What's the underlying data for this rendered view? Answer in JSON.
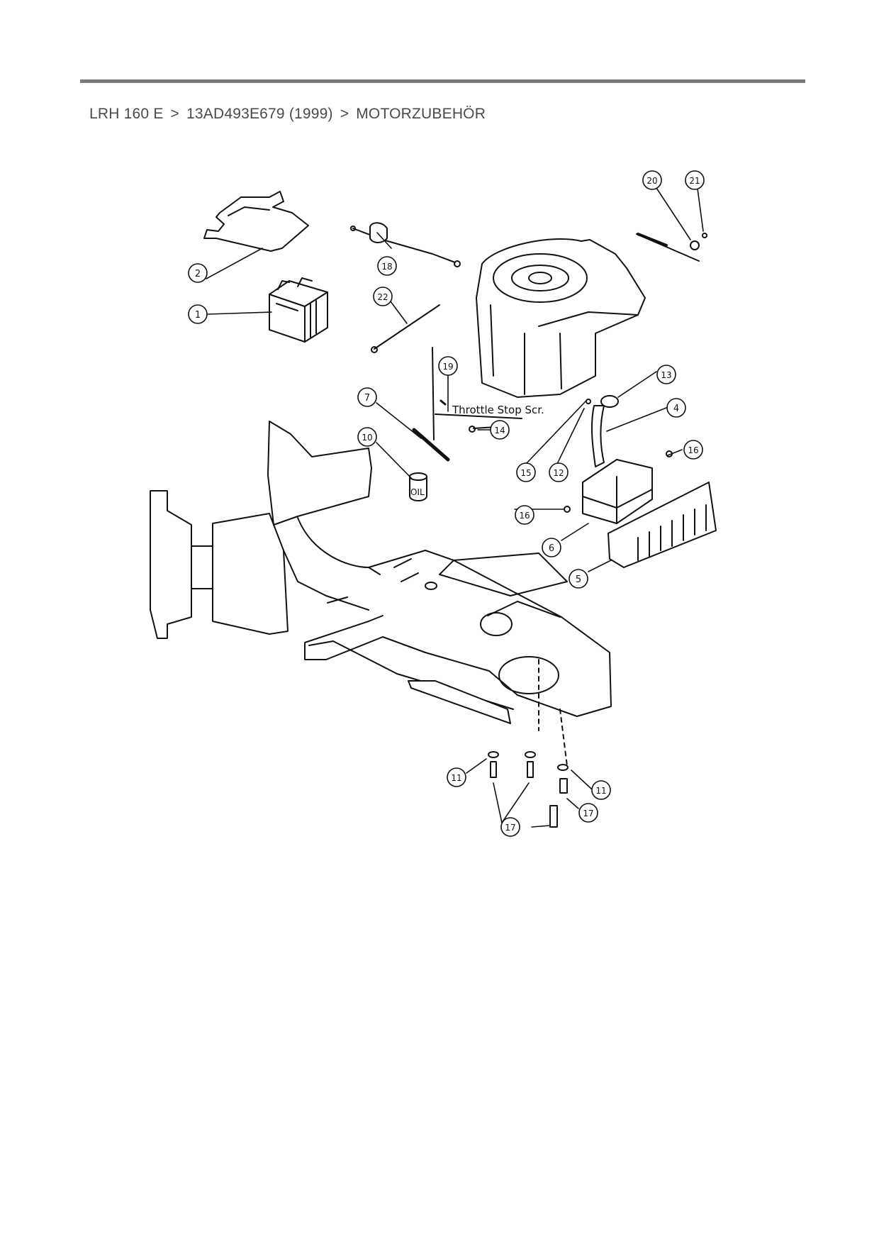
{
  "breadcrumb": {
    "model": "LRH 160 E",
    "separator": ">",
    "serial": "13AD493E679 (1999)",
    "section": "MOTORZUBEHÖR"
  },
  "diagram": {
    "annotation": "Throttle Stop Scr.",
    "oil_label": "OIL",
    "callouts": [
      "1",
      "2",
      "4",
      "5",
      "6",
      "7",
      "10",
      "11",
      "11",
      "12",
      "13",
      "14",
      "15",
      "16",
      "16",
      "17",
      "17",
      "18",
      "19",
      "20",
      "21",
      "22"
    ]
  }
}
